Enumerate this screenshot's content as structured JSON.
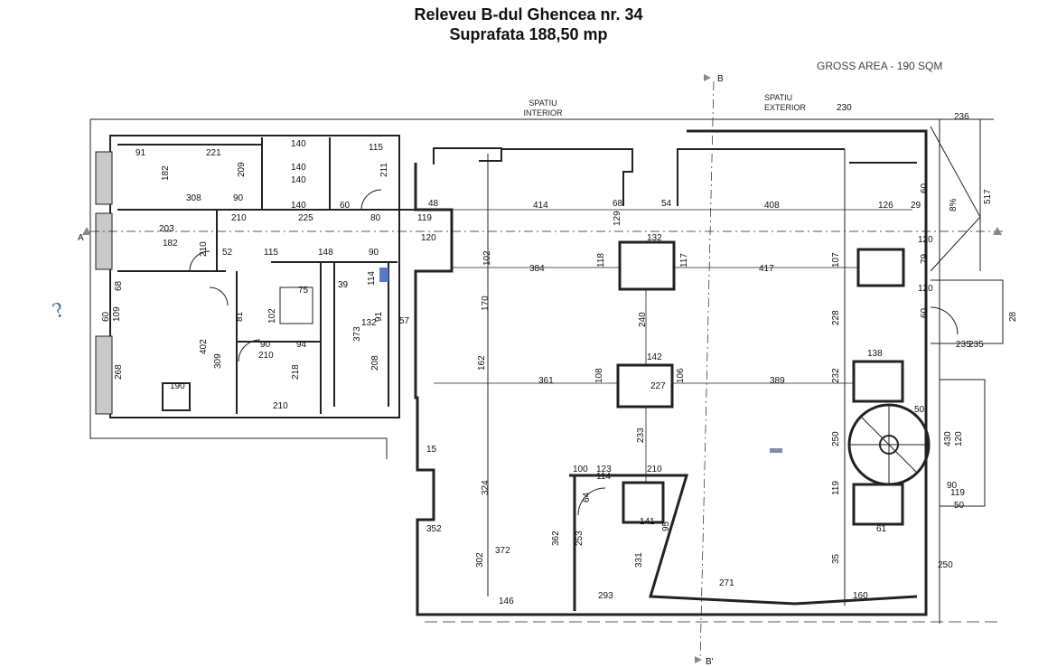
{
  "header": {
    "title_line1": "Releveu B-dul Ghencea nr. 34",
    "title_line2": "Suprafata 188,50 mp"
  },
  "plan": {
    "gross_area": "GROSS AREA - 190 SQM",
    "label_interior": "SPATIU INTERIOR",
    "label_exterior": "SPATIU EXTERIOR",
    "section_a": "A",
    "section_b_top": "B",
    "section_b_bottom": "B'",
    "slope": "8%",
    "question_mark": "?",
    "dimensions": [
      "91",
      "221",
      "140",
      "115",
      "182",
      "209",
      "140",
      "308",
      "90",
      "140",
      "211",
      "140",
      "60",
      "203",
      "225",
      "80",
      "119",
      "48",
      "414",
      "68",
      "54",
      "408",
      "126",
      "29",
      "517",
      "120",
      "182",
      "210",
      "210",
      "52",
      "115",
      "148",
      "90",
      "120",
      "129",
      "132",
      "384",
      "417",
      "118",
      "117",
      "102",
      "107",
      "68",
      "75",
      "39",
      "114",
      "57",
      "170",
      "240",
      "60",
      "109",
      "402",
      "81",
      "102",
      "132",
      "91",
      "373",
      "228",
      "120",
      "138",
      "90",
      "94",
      "309",
      "210",
      "218",
      "208",
      "162",
      "361",
      "108",
      "142",
      "106",
      "389",
      "232",
      "268",
      "190",
      "210",
      "227",
      "233",
      "250",
      "50",
      "15",
      "100",
      "123",
      "210",
      "114",
      "64",
      "141",
      "324",
      "95",
      "119",
      "61",
      "90",
      "119",
      "50",
      "352",
      "372",
      "362",
      "253",
      "331",
      "271",
      "35",
      "250",
      "302",
      "146",
      "293",
      "160",
      "28",
      "235",
      "235",
      "430",
      "120",
      "230",
      "236",
      "60",
      "79",
      "60"
    ]
  }
}
